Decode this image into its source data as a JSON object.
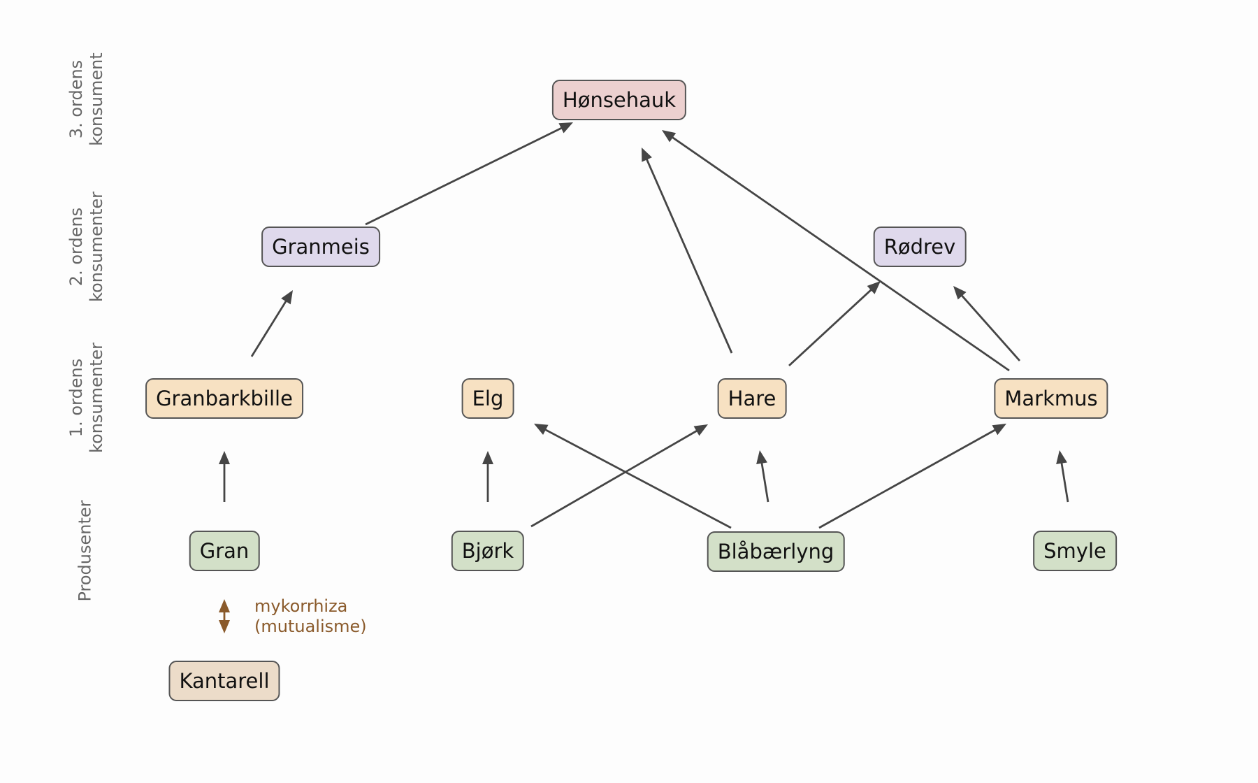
{
  "levels": {
    "consumer3": [
      "3. ordens",
      "konsument"
    ],
    "consumer2": [
      "2. ordens",
      "konsumenter"
    ],
    "consumer1": [
      "1. ordens",
      "konsumenter"
    ],
    "producers": [
      "Produsenter"
    ]
  },
  "nodes": {
    "honsehauk": "Hønsehauk",
    "granmeis": "Granmeis",
    "rodrev": "Rødrev",
    "granbarkbille": "Granbarkbille",
    "elg": "Elg",
    "hare": "Hare",
    "markmus": "Markmus",
    "gran": "Gran",
    "bjork": "Bjørk",
    "blabaerlyng": "Blåbærlyng",
    "smyle": "Smyle",
    "kantarell": "Kantarell"
  },
  "mycorrhiza_label": [
    "mykorrhiza",
    "(mutualisme)"
  ],
  "colors": {
    "consumer3_fill": "#ecd0cf",
    "consumer2_fill": "#dfd9ec",
    "consumer1_fill": "#f7e1c2",
    "producer_fill": "#d3e0c8",
    "fungus_fill": "#ecdcc9",
    "arrow": "#454545",
    "mycorrhiza_arrow": "#8a5a2b",
    "node_border": "#555555"
  }
}
